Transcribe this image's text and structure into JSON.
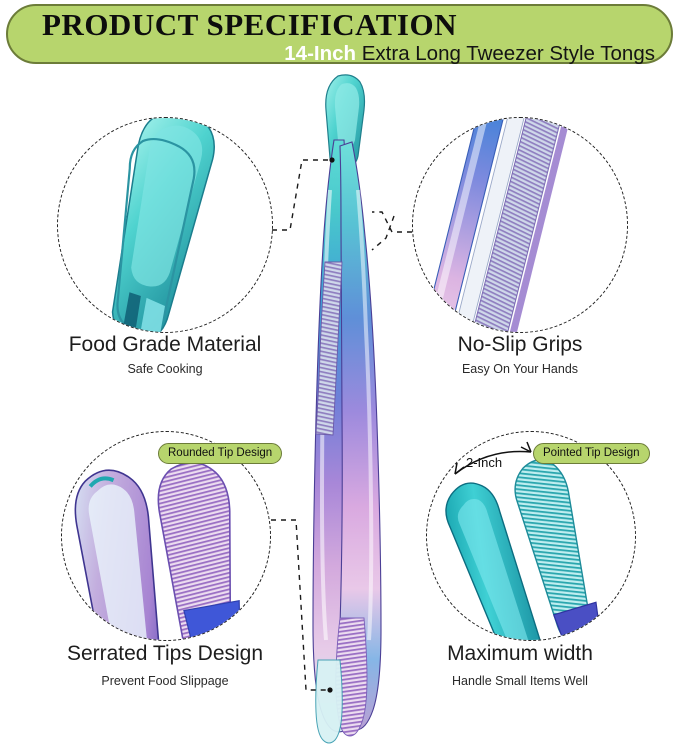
{
  "header": {
    "title": "PRODUCT SPECIFICATION",
    "subtitle_highlight": "14-Inch",
    "subtitle_rest": " Extra Long Tweezer Style Tongs",
    "banner_color": "#b7d56d",
    "banner_border_color": "#6c7c39",
    "highlight_text_color": "#ffffff",
    "title_color": "#0d0d0d"
  },
  "features": [
    {
      "id": "food-grade-material",
      "title": "Food Grade Material",
      "subtitle": "Safe Cooking",
      "position": "top-left"
    },
    {
      "id": "no-slip-grips",
      "title": "No-Slip Grips",
      "subtitle": "Easy On Your Hands",
      "position": "top-right"
    },
    {
      "id": "serrated-tips-design",
      "title": "Serrated Tips Design",
      "subtitle": "Prevent Food Slippage",
      "position": "bottom-left"
    },
    {
      "id": "maximum-width",
      "title": "Maximum width",
      "subtitle": "Handle Small Items Well",
      "position": "bottom-right"
    }
  ],
  "badges": {
    "rounded_tip": "Rounded Tip Design",
    "pointed_tip": "Pointed Tip Design",
    "badge_color": "#b7d56d",
    "badge_border_color": "#6c7c39"
  },
  "measurement": {
    "max_width_label": "2-Inch"
  },
  "product": {
    "name": "14-Inch Extra Long Tweezer Style Tongs",
    "finish_colors": [
      "#46d2cf",
      "#2f7fd8",
      "#8c6ad4",
      "#d79ad8",
      "#efd0e8"
    ]
  }
}
